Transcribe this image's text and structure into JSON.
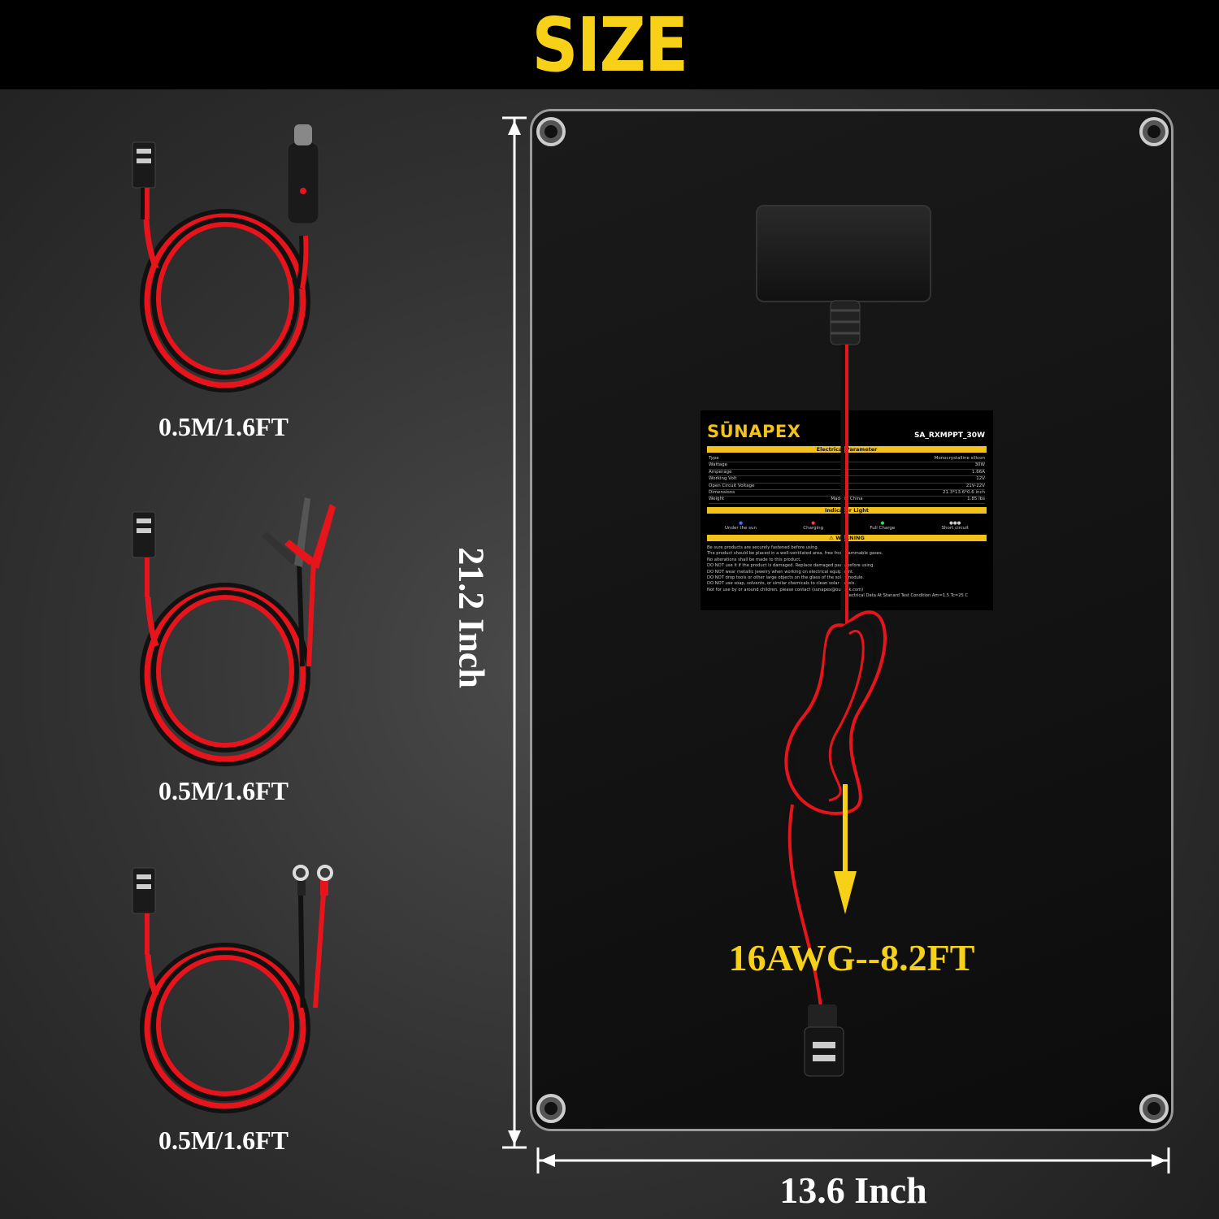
{
  "header": {
    "title": "SIZE"
  },
  "accessories": [
    {
      "connector": "cigarette-lighter-plug",
      "length_label": "0.5M/1.6FT"
    },
    {
      "connector": "alligator-clips",
      "length_label": "0.5M/1.6FT"
    },
    {
      "connector": "ring-terminals",
      "length_label": "0.5M/1.6FT"
    }
  ],
  "panel": {
    "height_label": "21.2 Inch",
    "width_label": "13.6 Inch",
    "cable_label": "16AWG--8.2FT"
  },
  "product_label": {
    "brand": "SŪNAPEX",
    "model": "SA_RXMPPT_30W",
    "electrical_header": "Electrical Parameter",
    "params": [
      {
        "name": "Type",
        "value": "Monocrystalline silicon"
      },
      {
        "name": "Wattage",
        "value": "30W"
      },
      {
        "name": "Amperage",
        "value": "1.66A"
      },
      {
        "name": "Working Volt",
        "value": "12V"
      },
      {
        "name": "Open Circuit Voltage",
        "value": "21V-22V"
      },
      {
        "name": "Dimensions",
        "value": "21.3*13.6*0.6 inch"
      },
      {
        "name": "Weight",
        "value": "1.85 lbs"
      }
    ],
    "made_in": "Made in China",
    "indicator_header": "Indicator Light",
    "indicators": [
      {
        "label": "Under the sun",
        "color": "#3a7bff"
      },
      {
        "label": "Charging",
        "color": "#ff3b3b"
      },
      {
        "label": "Full Charge",
        "color": "#3cd65a"
      },
      {
        "label": "Short circuit",
        "color": "#cccccc"
      }
    ],
    "warning_header": "⚠ WARNING",
    "warnings": [
      "Be sure products are securely fastened before using.",
      "The product should be placed in a well-ventilated area, free from flammable gases.",
      "No alterations shall be made to this product.",
      "DO NOT use it if the product is damaged. Replace damaged parts before using.",
      "DO NOT wear metallic jewelry when working on electrical equipment.",
      "DO NOT drop tools or other large objects on the glass of the solar module.",
      "DO NOT use soap, solvents, or similar chemicals to clean solar panels.",
      "Not for use by or around children. please contact (sunapex@outlook.com)"
    ],
    "footnote": "Electrical Data At Stanard Test Condition Am=1.5  Tc=25 C"
  },
  "colors": {
    "accent_yellow": "#f7d117",
    "wire_red": "#e8141b",
    "wire_black": "#111111"
  }
}
